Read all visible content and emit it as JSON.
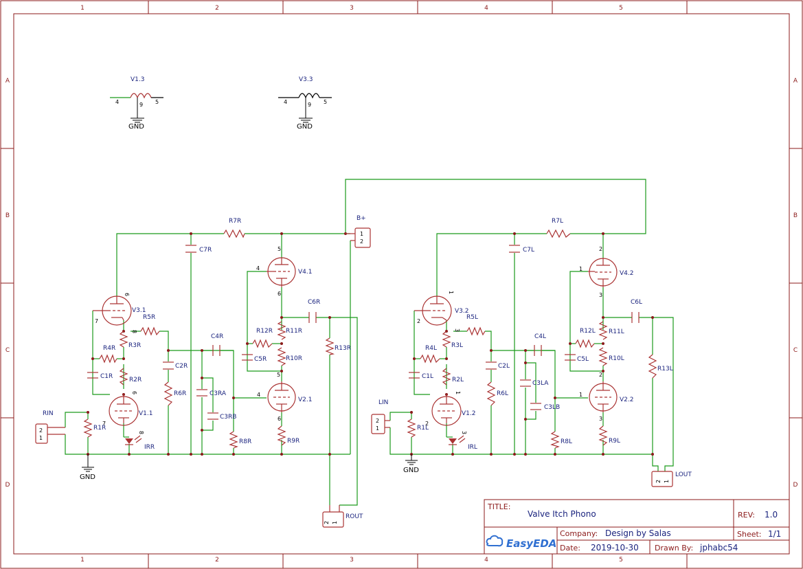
{
  "frame": {
    "columns": [
      "1",
      "2",
      "3",
      "4",
      "5"
    ],
    "rows": [
      "A",
      "B",
      "C",
      "D"
    ]
  },
  "title_block": {
    "title_label": "TITLE:",
    "title": "Valve Itch Phono",
    "rev_label": "REV:",
    "rev": "1.0",
    "company_label": "Company:",
    "company": "Design by Salas",
    "sheet_label": "Sheet:",
    "sheet": "1/1",
    "date_label": "Date:",
    "date": "2019-10-30",
    "drawn_label": "Drawn By:",
    "drawn_by": "jphabc54",
    "logo": "EasyEDA"
  },
  "heaters": [
    {
      "ref": "V1.3",
      "pin_a": "4",
      "pin_b": "5",
      "pin_c": "9",
      "gnd": "GND"
    },
    {
      "ref": "V3.3",
      "pin_a": "4",
      "pin_b": "5",
      "pin_c": "9",
      "gnd": "GND"
    }
  ],
  "right_channel": {
    "tubes": [
      "V3.1",
      "V4.1",
      "V2.1",
      "V1.1"
    ],
    "resistors": [
      "R7R",
      "R5R",
      "R4R",
      "R3R",
      "R2R",
      "R1R",
      "R6R",
      "R8R",
      "R9R",
      "R10R",
      "R11R",
      "R12R",
      "R13R"
    ],
    "capacitors": [
      "C7R",
      "C6R",
      "C4R",
      "C5R",
      "C1R",
      "C2R",
      "C3RA",
      "C3RB"
    ],
    "led": "IRR",
    "in_connector": {
      "ref": "RIN",
      "pins": [
        "2",
        "1"
      ]
    },
    "out_connector": {
      "ref": "ROUT",
      "pins": [
        "2",
        "1"
      ]
    },
    "supply_connector": {
      "ref": "B+",
      "pins": [
        "1",
        "2"
      ]
    },
    "gnd": "GND",
    "tube_pins": {
      "v31_top": "6",
      "v31_left": "7",
      "v31_bot": "8",
      "v11_top": "6",
      "v11_left": "7",
      "v11_bot": "8",
      "v41_top": "5",
      "v41_left": "4",
      "v41_bot": "6",
      "v21_top": "5",
      "v21_left": "4",
      "v21_bot": "6"
    }
  },
  "left_channel": {
    "tubes": [
      "V3.2",
      "V4.2",
      "V2.2",
      "V1.2"
    ],
    "resistors": [
      "R7L",
      "R5L",
      "R4L",
      "R3L",
      "R2L",
      "R1L",
      "R6L",
      "R8L",
      "R9L",
      "R10L",
      "R11L",
      "R12L",
      "R13L"
    ],
    "capacitors": [
      "C7L",
      "C6L",
      "C4L",
      "C5L",
      "C1L",
      "C2L",
      "C3LA",
      "C3LB"
    ],
    "led": "IRL",
    "in_connector": {
      "ref": "LIN",
      "pins": [
        "2",
        "1"
      ]
    },
    "out_connector": {
      "ref": "LOUT",
      "pins": [
        "2",
        "1"
      ]
    },
    "gnd": "GND",
    "tube_pins": {
      "v32_top": "1",
      "v32_left": "2",
      "v32_bot": "3",
      "v12_top": "1",
      "v12_left": "2",
      "v12_bot": "3",
      "v42_top": "2",
      "v42_left": "1",
      "v42_bot": "3",
      "v22_top": "2",
      "v22_left": "1",
      "v22_bot": "3"
    }
  },
  "colors": {
    "frame": "#8b1a1a",
    "wire": "#1a9a1a",
    "part": "#aa3333",
    "label": "#1a237e"
  }
}
